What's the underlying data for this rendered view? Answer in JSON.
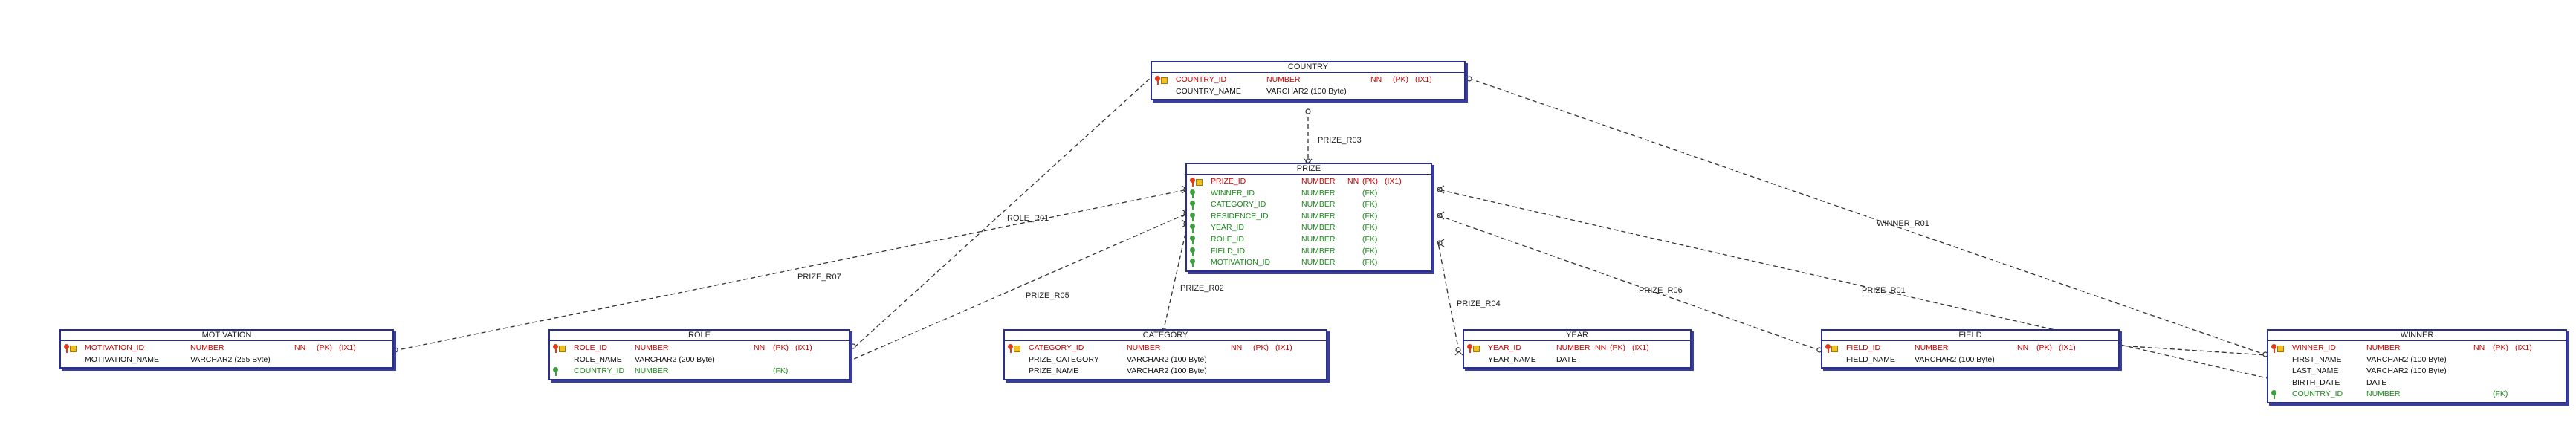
{
  "entities": {
    "country": {
      "title": "COUNTRY",
      "columns": [
        {
          "name": "COUNTRY_ID",
          "type": "NUMBER",
          "nn": "NN",
          "pk": "(PK)",
          "ix": "(IX1)",
          "kind": "pk"
        },
        {
          "name": "COUNTRY_NAME",
          "type": "VARCHAR2 (100 Byte)",
          "nn": "",
          "pk": "",
          "ix": "",
          "kind": "plain"
        }
      ]
    },
    "prize": {
      "title": "PRIZE",
      "columns": [
        {
          "name": "PRIZE_ID",
          "type": "NUMBER",
          "nn": "NN",
          "pk": "(PK)",
          "ix": "(IX1)",
          "kind": "pk"
        },
        {
          "name": "WINNER_ID",
          "type": "NUMBER",
          "nn": "",
          "pk": "(FK)",
          "ix": "",
          "kind": "fk"
        },
        {
          "name": "CATEGORY_ID",
          "type": "NUMBER",
          "nn": "",
          "pk": "(FK)",
          "ix": "",
          "kind": "fk"
        },
        {
          "name": "RESIDENCE_ID",
          "type": "NUMBER",
          "nn": "",
          "pk": "(FK)",
          "ix": "",
          "kind": "fk"
        },
        {
          "name": "YEAR_ID",
          "type": "NUMBER",
          "nn": "",
          "pk": "(FK)",
          "ix": "",
          "kind": "fk"
        },
        {
          "name": "ROLE_ID",
          "type": "NUMBER",
          "nn": "",
          "pk": "(FK)",
          "ix": "",
          "kind": "fk"
        },
        {
          "name": "FIELD_ID",
          "type": "NUMBER",
          "nn": "",
          "pk": "(FK)",
          "ix": "",
          "kind": "fk"
        },
        {
          "name": "MOTIVATION_ID",
          "type": "NUMBER",
          "nn": "",
          "pk": "(FK)",
          "ix": "",
          "kind": "fk"
        }
      ]
    },
    "motivation": {
      "title": "MOTIVATION",
      "columns": [
        {
          "name": "MOTIVATION_ID",
          "type": "NUMBER",
          "nn": "NN",
          "pk": "(PK)",
          "ix": "(IX1)",
          "kind": "pk"
        },
        {
          "name": "MOTIVATION_NAME",
          "type": "VARCHAR2 (255 Byte)",
          "nn": "",
          "pk": "",
          "ix": "",
          "kind": "plain"
        }
      ]
    },
    "role": {
      "title": "ROLE",
      "columns": [
        {
          "name": "ROLE_ID",
          "type": "NUMBER",
          "nn": "NN",
          "pk": "(PK)",
          "ix": "(IX1)",
          "kind": "pk"
        },
        {
          "name": "ROLE_NAME",
          "type": "VARCHAR2 (200 Byte)",
          "nn": "",
          "pk": "",
          "ix": "",
          "kind": "plain"
        },
        {
          "name": "COUNTRY_ID",
          "type": "NUMBER",
          "nn": "",
          "pk": "(FK)",
          "ix": "",
          "kind": "fk"
        }
      ]
    },
    "category": {
      "title": "CATEGORY",
      "columns": [
        {
          "name": "CATEGORY_ID",
          "type": "NUMBER",
          "nn": "NN",
          "pk": "(PK)",
          "ix": "(IX1)",
          "kind": "pk"
        },
        {
          "name": "PRIZE_CATEGORY",
          "type": "VARCHAR2 (100 Byte)",
          "nn": "",
          "pk": "",
          "ix": "",
          "kind": "plain"
        },
        {
          "name": "PRIZE_NAME",
          "type": "VARCHAR2 (100 Byte)",
          "nn": "",
          "pk": "",
          "ix": "",
          "kind": "plain"
        }
      ]
    },
    "year": {
      "title": "YEAR",
      "columns": [
        {
          "name": "YEAR_ID",
          "type": "NUMBER",
          "nn": "NN",
          "pk": "(PK)",
          "ix": "(IX1)",
          "kind": "pk"
        },
        {
          "name": "YEAR_NAME",
          "type": "DATE",
          "nn": "",
          "pk": "",
          "ix": "",
          "kind": "plain"
        }
      ]
    },
    "field": {
      "title": "FIELD",
      "columns": [
        {
          "name": "FIELD_ID",
          "type": "NUMBER",
          "nn": "NN",
          "pk": "(PK)",
          "ix": "(IX1)",
          "kind": "pk"
        },
        {
          "name": "FIELD_NAME",
          "type": "VARCHAR2 (100 Byte)",
          "nn": "",
          "pk": "",
          "ix": "",
          "kind": "plain"
        }
      ]
    },
    "winner": {
      "title": "WINNER",
      "columns": [
        {
          "name": "WINNER_ID",
          "type": "NUMBER",
          "nn": "NN",
          "pk": "(PK)",
          "ix": "(IX1)",
          "kind": "pk"
        },
        {
          "name": "FIRST_NAME",
          "type": "VARCHAR2 (100 Byte)",
          "nn": "",
          "pk": "",
          "ix": "",
          "kind": "plain"
        },
        {
          "name": "LAST_NAME",
          "type": "VARCHAR2 (100 Byte)",
          "nn": "",
          "pk": "",
          "ix": "",
          "kind": "plain"
        },
        {
          "name": "BIRTH_DATE",
          "type": "DATE",
          "nn": "",
          "pk": "",
          "ix": "",
          "kind": "plain"
        },
        {
          "name": "COUNTRY_ID",
          "type": "NUMBER",
          "nn": "",
          "pk": "(FK)",
          "ix": "",
          "kind": "fk"
        }
      ]
    }
  },
  "relations": {
    "prize_r03": "PRIZE_R03",
    "role_r01": "ROLE_R01",
    "prize_r07": "PRIZE_R07",
    "prize_r05": "PRIZE_R05",
    "prize_r02": "PRIZE_R02",
    "prize_r04": "PRIZE_R04",
    "prize_r06": "PRIZE_R06",
    "prize_r01": "PRIZE_R01",
    "winner_r01": "WINNER_R01"
  },
  "colors": {
    "border": "#2b2f8c",
    "pk_text": "#cc0000",
    "fk_text": "#1a8a1a",
    "line": "#333333"
  }
}
